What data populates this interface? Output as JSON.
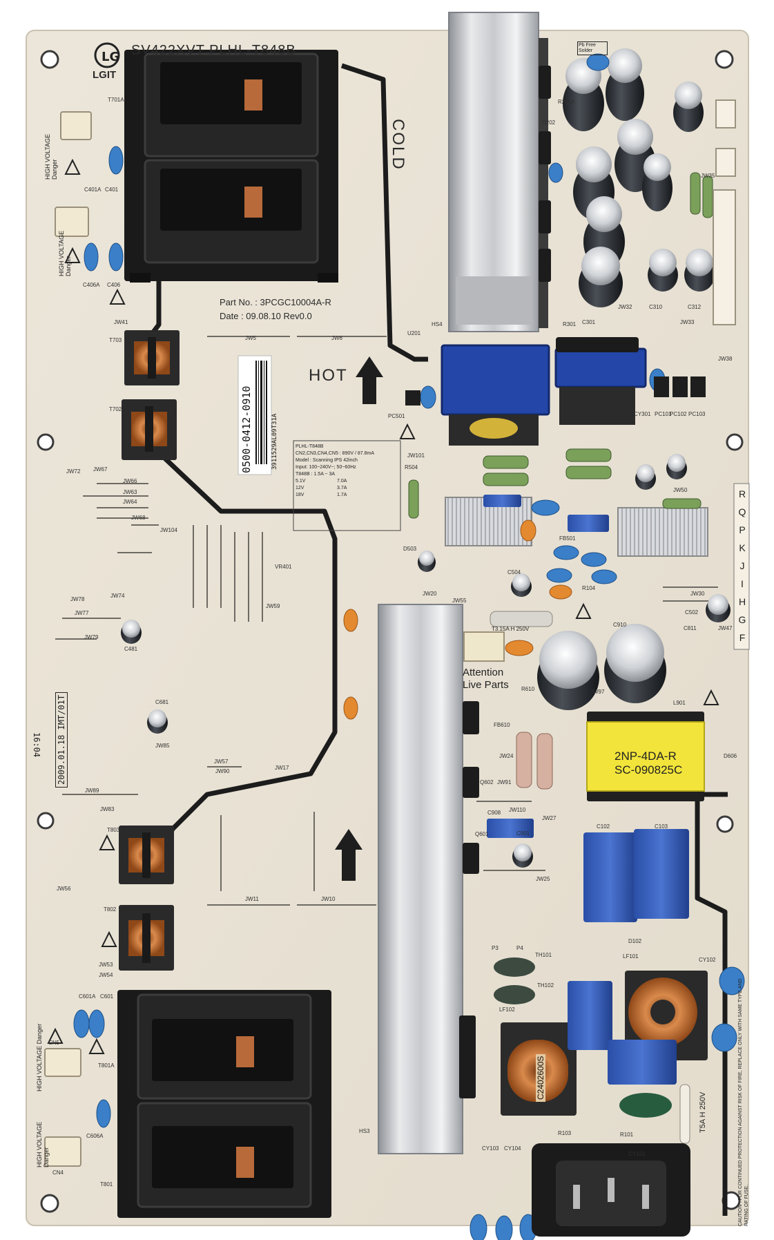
{
  "board": {
    "model": "SV422XVT PLHL-T848B",
    "brand_short": "LGIT",
    "part_no": "Part No. : 3PCGC10004A-R",
    "date": "Date : 09.08.10 Rev0.0",
    "zone_cold": "COLD",
    "zone_hot": "HOT",
    "barcode_text": "0500-0412-0910",
    "barcode_sub": "3911529AL09T31A",
    "stamp": "2009.01.18 IMT/01T",
    "stamp_sub": "16:04",
    "attention": "Attention Live Parts",
    "hv_warning": "HIGH VOLTAGE Danger",
    "transformer_label_1": "2NP-4DA-R",
    "transformer_label_2": "SC-090825C",
    "fuse_label": "T5A H 250V",
    "caution_text": "CAUTION : FOR CONTINUED PROTECTION AGAINST RISK OF FIRE, REPLACE ONLY WITH SAME TYPE AND RATING OF FUSE.",
    "choke_label": "C2402600S",
    "lead_free": "Pb Free Solder"
  },
  "spec_box": {
    "line1": "PLHL-T848B",
    "line2": "CN2,CN3,CN4,CN5 : 890V / 87.8mA",
    "line3": "Model : Scanning IPS 42inch",
    "line4": "Input: 100~240V~; 50~60Hz",
    "line5": "T848B : 1.5A ~ 3A",
    "rows": [
      {
        "v": "5.1V",
        "a": "7.0A"
      },
      {
        "v": "12V",
        "a": "3.7A"
      },
      {
        "v": "18V",
        "a": "1.7A"
      }
    ]
  },
  "refs": {
    "t701": "T701A",
    "c401a": "C401A",
    "c401": "C401",
    "c406a": "C406A",
    "c406": "C406",
    "t703": "T703",
    "t702": "T702",
    "t803": "T803",
    "t802": "T802",
    "t801a": "T801A",
    "t801": "T801",
    "c601a": "C601A",
    "c601": "C601",
    "c606a": "C606A",
    "cn5": "CN5",
    "cn4": "CN4",
    "hs3": "HS3",
    "hs4": "HS4",
    "lf101": "LF101",
    "lf102": "LF102",
    "l901": "L901",
    "d606": "D606",
    "c102": "C102",
    "c103": "C103",
    "d102": "D102",
    "th101": "TH101",
    "th102": "TH102",
    "cy101": "CY101",
    "cy102": "CY102",
    "cy103": "CY103",
    "cy104": "CY104",
    "r103": "R103",
    "r101": "R101",
    "c910": "C910",
    "c502": "C502",
    "c901": "C901",
    "c908": "C908",
    "q601": "Q601",
    "q602": "Q602",
    "r610": "R610",
    "fb610": "FB610",
    "c681": "C681",
    "c481": "C481",
    "vr401": "VR401",
    "jw5": "JW5",
    "jw6": "JW6",
    "jw11": "JW11",
    "jw10": "JW10",
    "jw89": "JW89",
    "jw83": "JW83",
    "jw56": "JW56",
    "jw53": "JW53",
    "jw54": "JW54",
    "jw72": "JW72",
    "jw67": "JW67",
    "jw66": "JW66",
    "jw63": "JW63",
    "jw64": "JW64",
    "jw68": "JW68",
    "jw104": "JW104",
    "jw78": "JW78",
    "jw77": "JW77",
    "jw79": "JW79",
    "jw74": "JW74",
    "jw59": "JW59",
    "jw85": "JW85",
    "jw57": "JW57",
    "jw90": "JW90",
    "jw17": "JW17",
    "jw91": "JW91",
    "jw24": "JW24",
    "jw27": "JW27",
    "jw25": "JW25",
    "jw110": "JW110",
    "jw30": "JW30",
    "jw47": "JW47",
    "jw50": "JW50",
    "jw32": "JW32",
    "jw33": "JW33",
    "jw35": "JW35",
    "jw38": "JW38",
    "jw41": "JW41",
    "jw55": "JW55",
    "jw20": "JW20",
    "jw101": "JW101",
    "jw97": "JW97",
    "pc501": "PC501",
    "cy301": "CY301",
    "pc101": "PC101",
    "pc102": "PC102",
    "pc103": "PC103",
    "c301": "C301",
    "c310": "C310",
    "c312": "C312",
    "r201a": "R201A",
    "r301": "R301",
    "u201": "U201",
    "d202": "D202",
    "r504": "R504",
    "d503": "D503",
    "fb501": "FB501",
    "c504": "C504",
    "c811": "C811",
    "r104": "R104",
    "p3": "P3",
    "p4": "P4"
  },
  "side_labels": [
    "R",
    "Q",
    "P",
    "K",
    "J",
    "I",
    "H",
    "G",
    "F"
  ],
  "fuse_mid": "T3.15A H 250V"
}
